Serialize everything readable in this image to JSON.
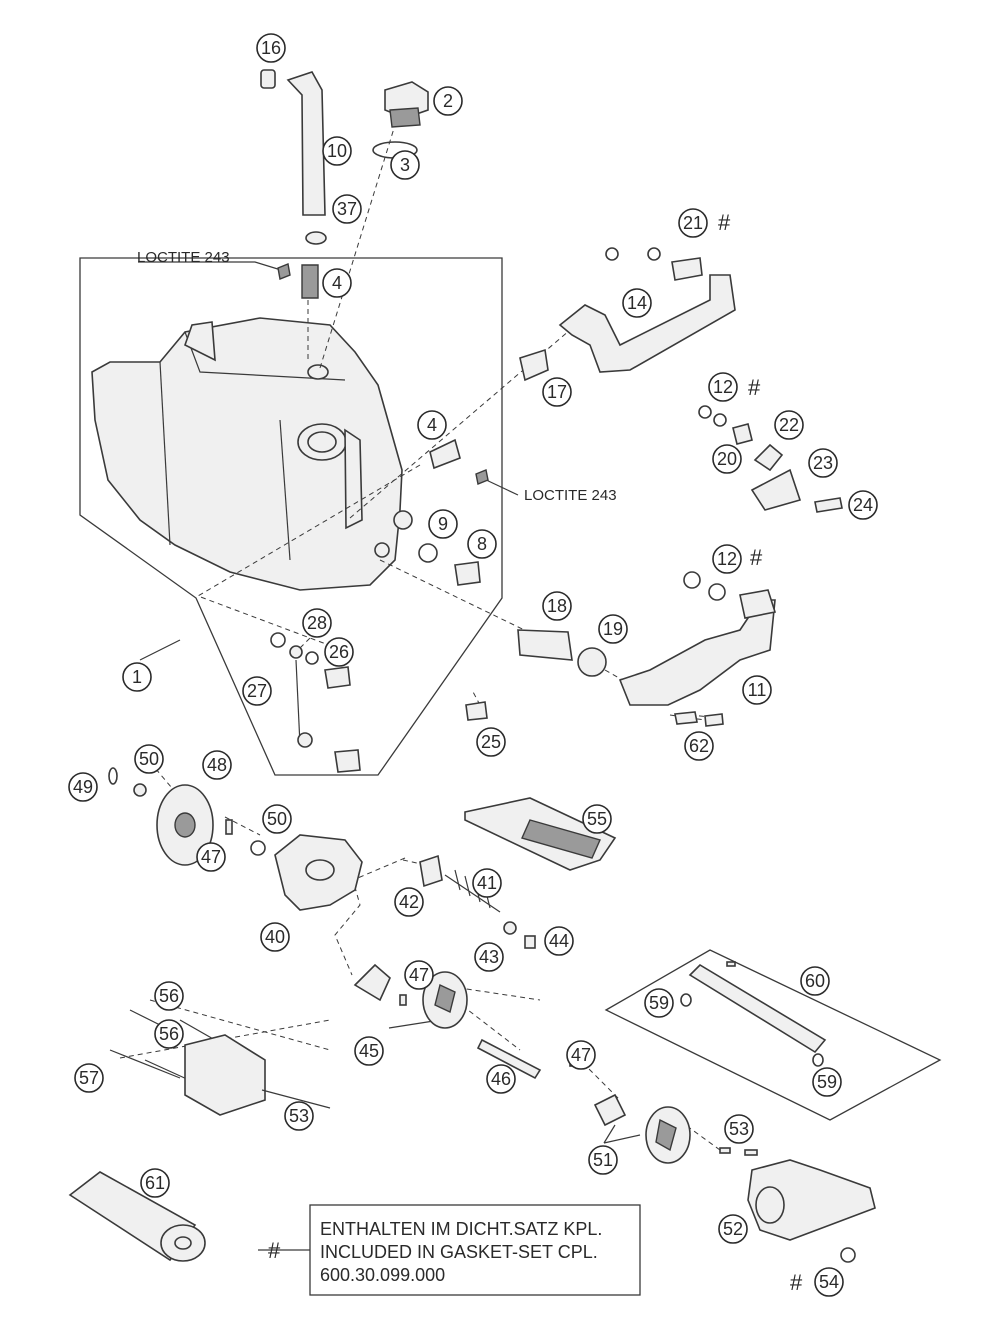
{
  "callouts": [
    "1",
    "2",
    "3",
    "4",
    "4",
    "8",
    "9",
    "10",
    "11",
    "12",
    "12",
    "14",
    "16",
    "17",
    "18",
    "19",
    "20",
    "21",
    "22",
    "23",
    "24",
    "25",
    "26",
    "27",
    "28",
    "37",
    "40",
    "41",
    "42",
    "43",
    "44",
    "45",
    "46",
    "47",
    "47",
    "47",
    "48",
    "49",
    "50",
    "50",
    "51",
    "52",
    "53",
    "53",
    "54",
    "55",
    "56",
    "56",
    "57",
    "59",
    "59",
    "60",
    "61",
    "62"
  ],
  "labels": {
    "loctite_top": "LOCTITE 243",
    "loctite_right": "LOCTITE 243",
    "hash": "#"
  },
  "note": {
    "line1": "ENTHALTEN IM DICHT.SATZ KPL.",
    "line2": "INCLUDED IN GASKET-SET CPL.",
    "line3": "600.30.099.000"
  }
}
